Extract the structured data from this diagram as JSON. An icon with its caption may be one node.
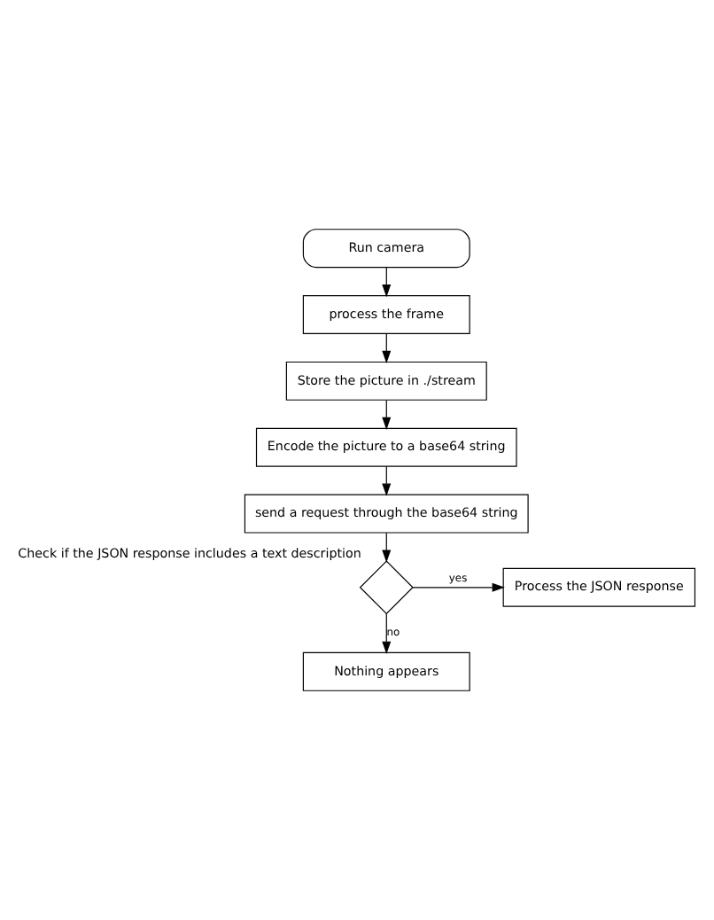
{
  "diagram": {
    "nodes": [
      {
        "text": [
          "Run camera"
        ]
      },
      {
        "text": [
          "process the frame"
        ]
      },
      {
        "text": [
          "Store the picture in ./stream"
        ]
      },
      {
        "text": [
          "Encode the picture to a base64 string"
        ]
      },
      {
        "text": [
          "send a request through the base64 string"
        ]
      },
      {
        "text": [],
        "shape": "diamond",
        "beside": [
          "Check if the JSON response includes a text description"
        ]
      },
      {
        "text": [
          "Process the JSON response"
        ]
      },
      {
        "text": [
          "Nothing appears"
        ]
      }
    ],
    "edges": [
      {
        "from": 0,
        "to": 1,
        "arrow": "to"
      },
      {
        "from": 1,
        "to": 2,
        "arrow": "to"
      },
      {
        "from": 2,
        "to": 3,
        "arrow": "to"
      },
      {
        "from": 3,
        "to": 4,
        "arrow": "to"
      },
      {
        "from": 4,
        "to": 5,
        "arrow": "to"
      },
      {
        "from": 5,
        "to": 6,
        "arrow": "to",
        "label": "yes"
      },
      {
        "from": 5,
        "to": 7,
        "arrow": "to",
        "label": "no"
      }
    ]
  }
}
